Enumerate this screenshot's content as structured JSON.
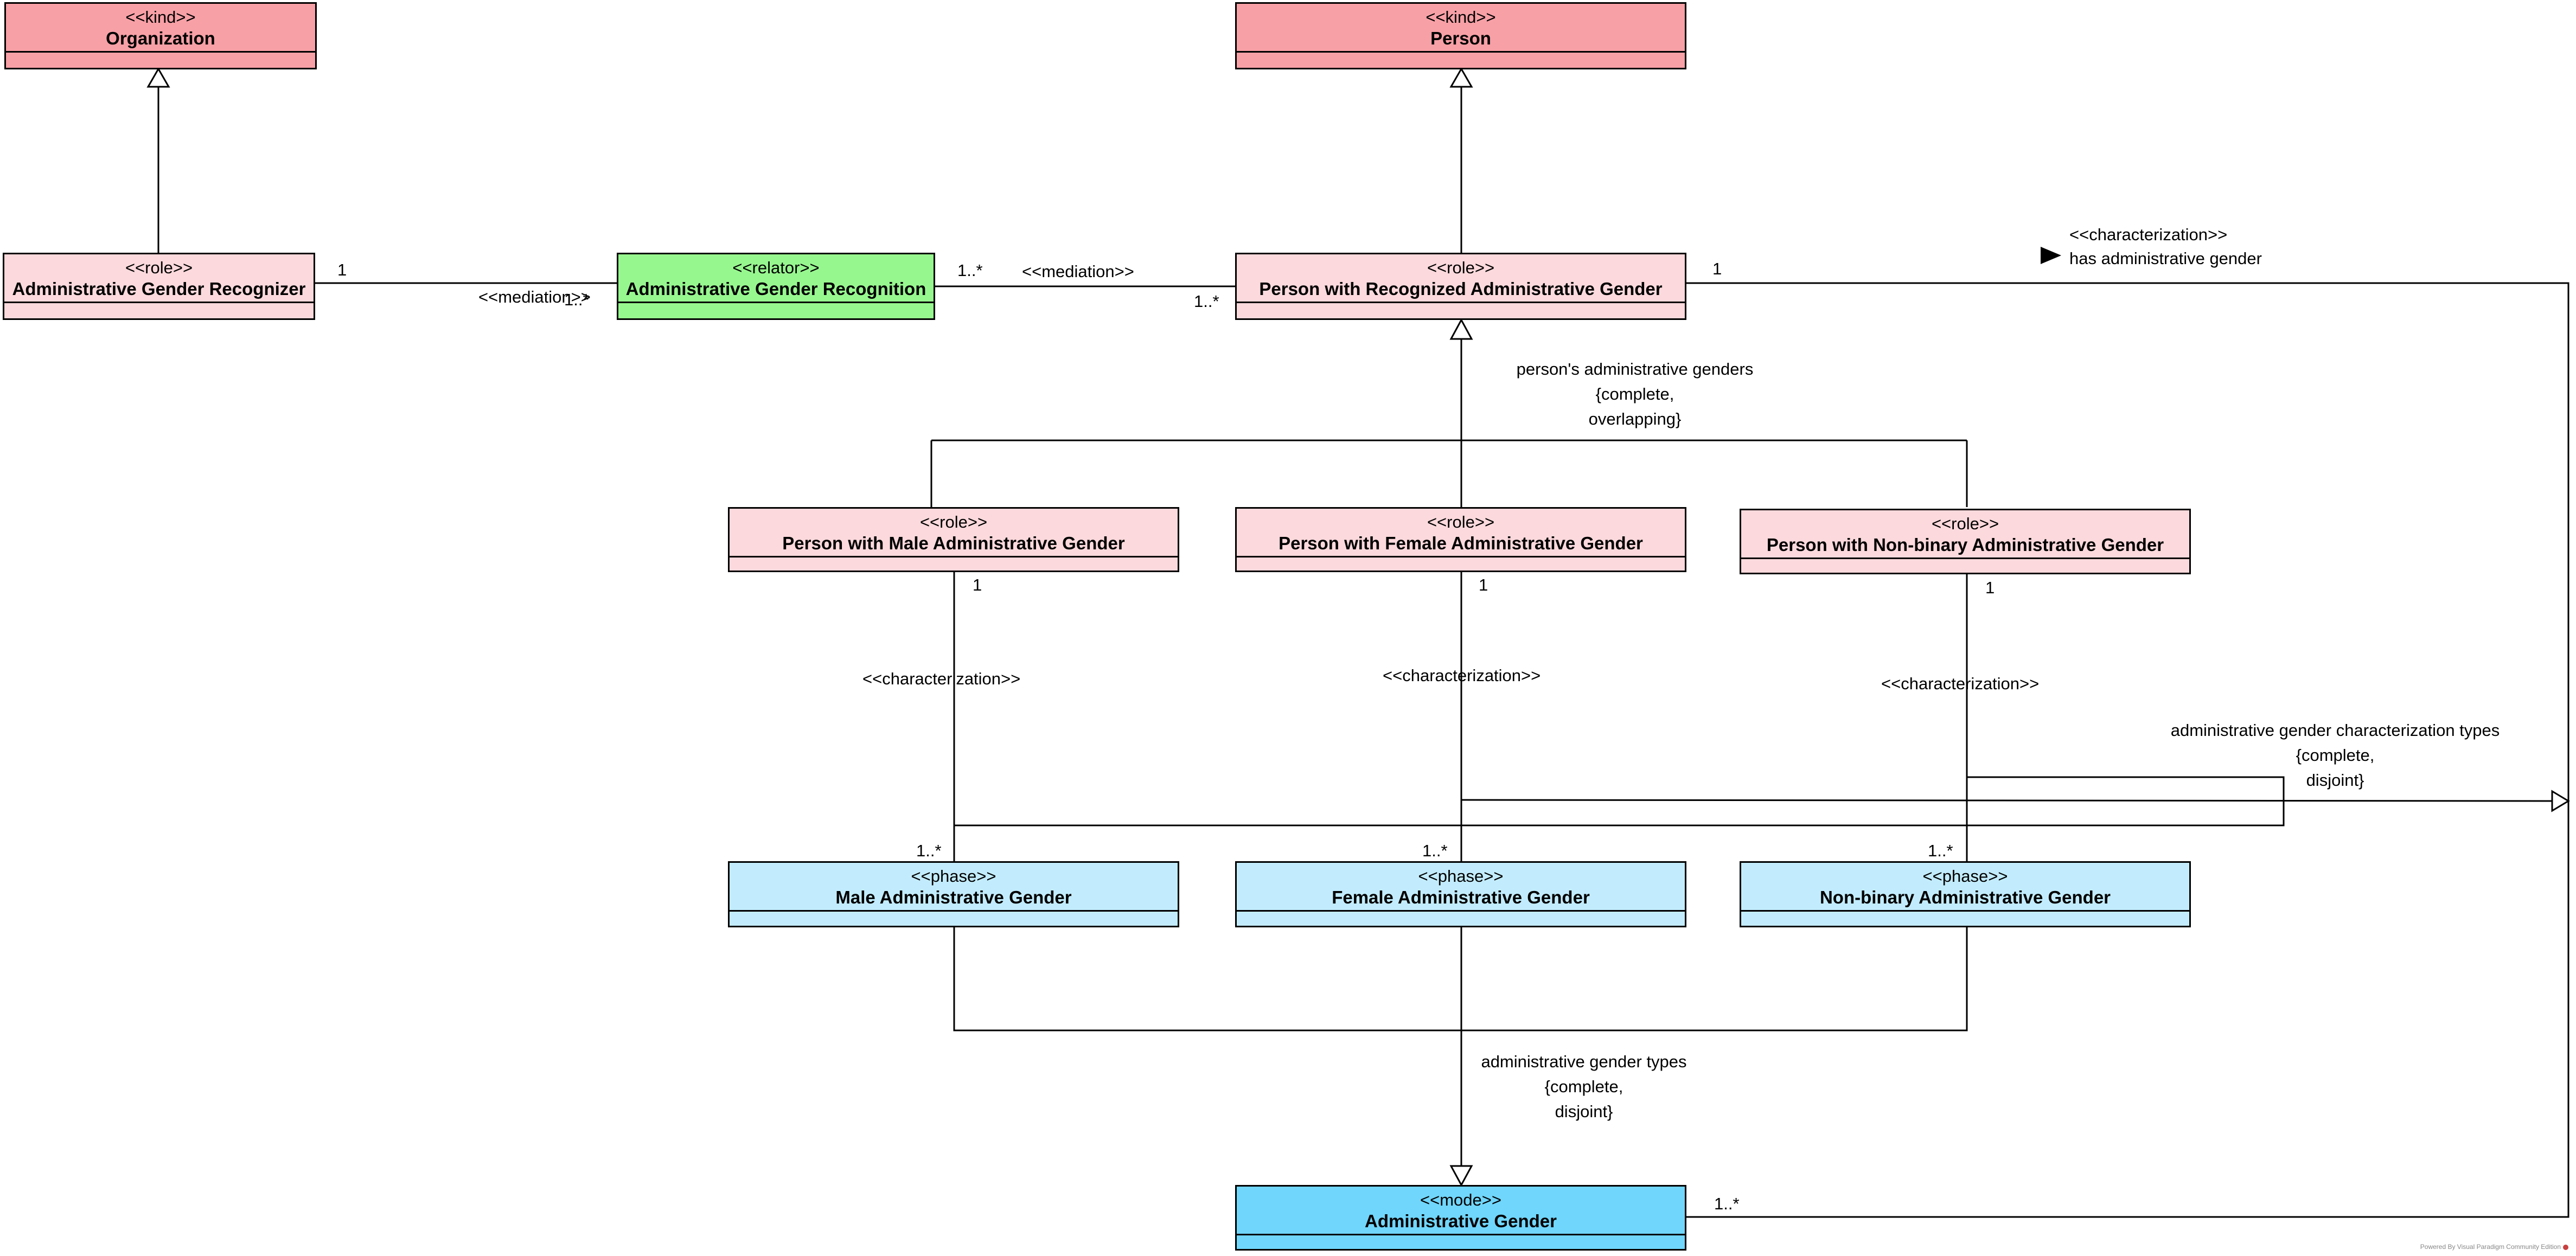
{
  "classes": {
    "organization": {
      "stereotype": "<<kind>>",
      "name": "Organization"
    },
    "person": {
      "stereotype": "<<kind>>",
      "name": "Person"
    },
    "recognizer": {
      "stereotype": "<<role>>",
      "name": "Administrative Gender Recognizer"
    },
    "recognition": {
      "stereotype": "<<relator>>",
      "name": "Administrative Gender Recognition"
    },
    "recognized": {
      "stereotype": "<<role>>",
      "name": "Person with Recognized Administrative Gender"
    },
    "male_role": {
      "stereotype": "<<role>>",
      "name": "Person with Male Administrative Gender"
    },
    "female_role": {
      "stereotype": "<<role>>",
      "name": "Person with Female Administrative Gender"
    },
    "nonbinary_role": {
      "stereotype": "<<role>>",
      "name": "Person with Non-binary Administrative Gender"
    },
    "male_phase": {
      "stereotype": "<<phase>>",
      "name": "Male Administrative Gender"
    },
    "female_phase": {
      "stereotype": "<<phase>>",
      "name": "Female Administrative Gender"
    },
    "nonbinary_phase": {
      "stereotype": "<<phase>>",
      "name": "Non-binary Administrative Gender"
    },
    "admin_gender": {
      "stereotype": "<<mode>>",
      "name": "Administrative Gender"
    }
  },
  "labels": {
    "mediation_left": "<<mediation>>",
    "mediation_right": "<<mediation>>",
    "char_top_stereotype": "<<characterization>>",
    "char_top_name": "has administrative gender",
    "char_male": "<<characterization>>",
    "char_female": "<<characterization>>",
    "char_nonbinary": "<<characterization>>"
  },
  "multiplicities": {
    "recognizer_right": "1",
    "recognition_left": "1..*",
    "recognition_right": "1..*",
    "recognized_left": "1..*",
    "recognized_right": "1",
    "male_role": "1",
    "female_role": "1",
    "nonbinary_role": "1",
    "male_phase": "1..*",
    "female_phase": "1..*",
    "nonbinary_phase": "1..*",
    "admin_gender": "1..*"
  },
  "generalization_sets": {
    "persons": {
      "line1": "person's administrative genders",
      "line2": "{complete,",
      "line3": "overlapping}"
    },
    "char_types": {
      "line1": "administrative gender characterization types",
      "line2": "{complete,",
      "line3": "disjoint}"
    },
    "gender_types": {
      "line1": "administrative gender types",
      "line2": "{complete,",
      "line3": "disjoint}"
    }
  },
  "footer": "Powered By  Visual Paradigm Community Edition"
}
